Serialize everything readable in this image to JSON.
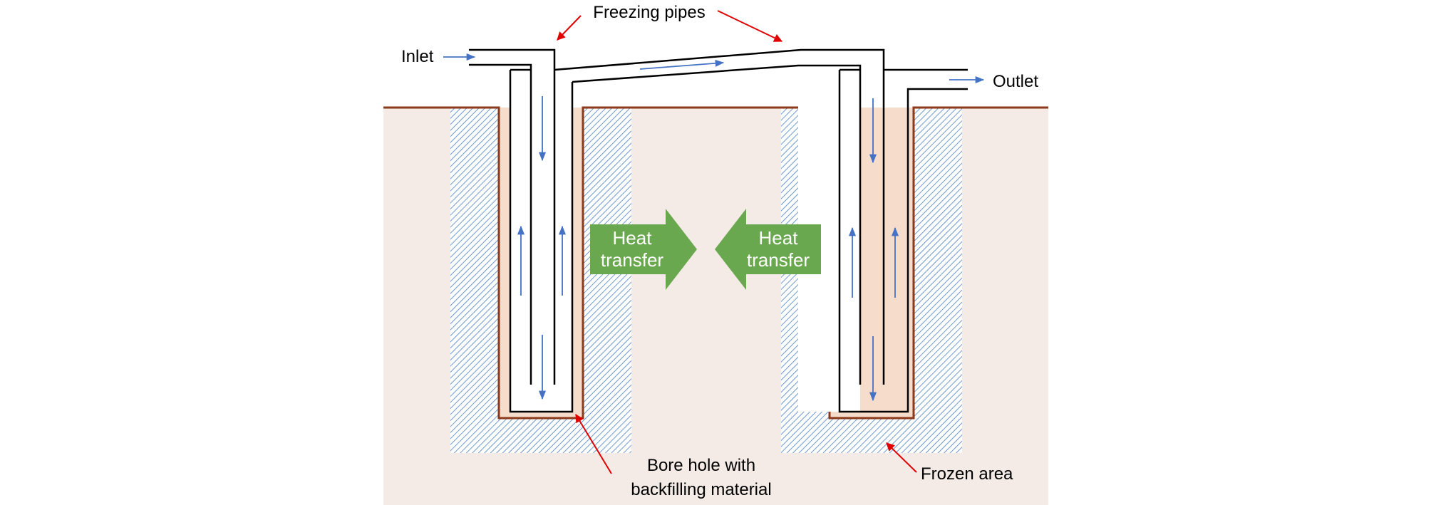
{
  "labels": {
    "freezing_pipes": "Freezing pipes",
    "inlet": "Inlet",
    "outlet": "Outlet",
    "heat_transfer_line1": "Heat",
    "heat_transfer_line2": "transfer",
    "bore_hole_line1": "Bore hole with",
    "bore_hole_line2": "backfilling material",
    "frozen_area": "Frozen area"
  },
  "colors": {
    "ground": "#f4ebe6",
    "ground_surface": "#8b3a1a",
    "backfill": "#f6dccb",
    "frozen_hatch": "#4a7fc1",
    "pipe_stroke": "#000000",
    "pipe_fill": "#ffffff",
    "flow_arrow": "#4472c4",
    "heat_arrow": "#6aa84f",
    "callout_arrow": "#e00000"
  }
}
